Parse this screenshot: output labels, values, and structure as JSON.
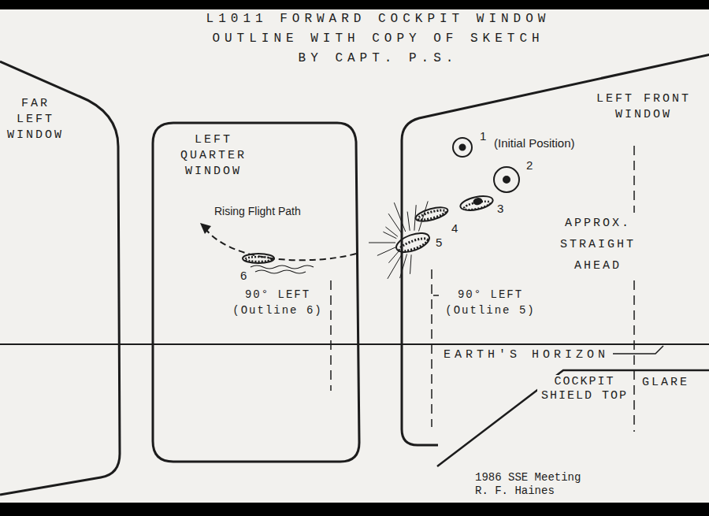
{
  "diagram": {
    "title": "L1011 FORWARD COCKPIT WINDOW OUTLINE WITH COPY OF SKETCH BY CAPT. P.S.",
    "caption": "1986 SSE Meeting R. F. Haines",
    "nodes": [
      {
        "text": [
          "FAR LEFT WINDOW"
        ]
      },
      {
        "text": [
          "LEFT QUARTER WINDOW"
        ]
      },
      {
        "text": [
          "LEFT FRONT WINDOW"
        ]
      }
    ],
    "labels": [
      "1",
      "(Initial Position)",
      "2",
      "3",
      "4",
      "5",
      "Rising Flight Path",
      "6",
      "90° LEFT (Outline 6)",
      "APPROX. STRAIGHT AHEAD",
      "90° LEFT (Outline 5)",
      "EARTH'S HORIZON",
      "COCKPIT SHIELD TOP",
      "GLARE"
    ]
  }
}
